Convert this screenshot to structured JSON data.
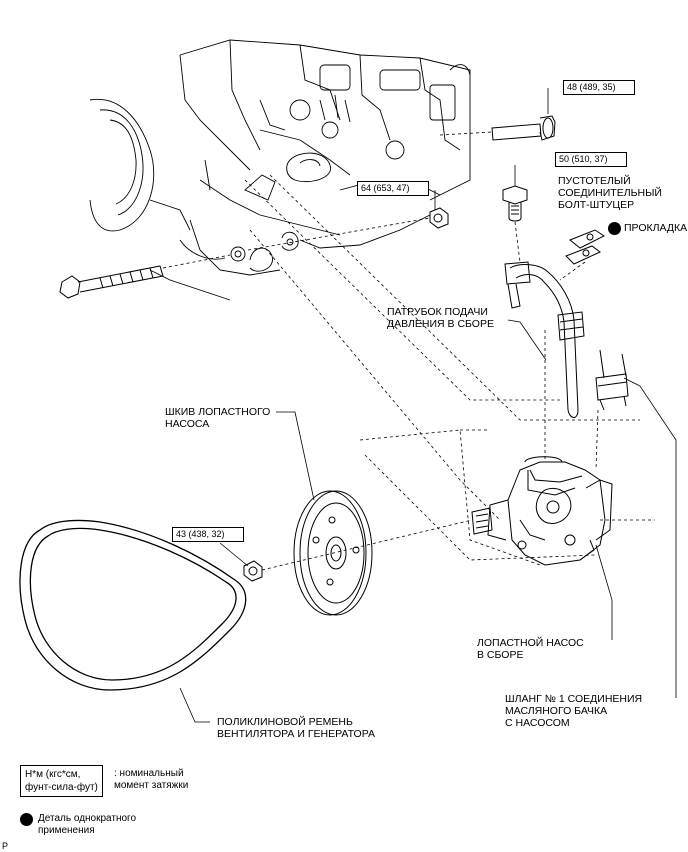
{
  "torques": {
    "t48": "48 (489, 35)",
    "t50": "50 (510, 37)",
    "t64": "64 (653, 47)",
    "t43": "43 (438, 32)"
  },
  "labels": {
    "union_bolt": "ПУСТОТЕЛЫЙ\nСОЕДИНИТЕЛЬНЫЙ\nБОЛТ-ШТУЦЕР",
    "gasket": "ПРОКЛАДКА",
    "pressure_tube": "ПАТРУБОК ПОДАЧИ\nДАВЛЕНИЯ В СБОРЕ",
    "pulley": "ШКИВ ЛОПАСТНОГО\nНАСОСА",
    "pump": "ЛОПАСТНОЙ НАСОС\nВ СБОРЕ",
    "hose": "ШЛАНГ № 1 СОЕДИНЕНИЯ\nМАСЛЯНОГО БАЧКА\nС НАСОСОМ",
    "belt": "ПОЛИКЛИНОВОЙ РЕМЕНЬ\nВЕНТИЛЯТОРА И ГЕНЕРАТОРА"
  },
  "legend": {
    "unit_box": "Н*м (кгс*см,\nфунт-сила-фут)",
    "unit_desc": ": номинальный\nмомент затяжки",
    "nonreusable": "Деталь однократного\nприменения"
  },
  "corner": "P"
}
